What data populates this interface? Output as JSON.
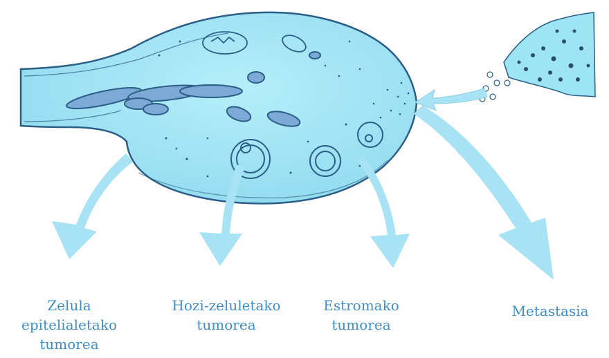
{
  "labels": {
    "epithelial": {
      "line1": "Zelula",
      "line2": "epitelialetako",
      "line3": "tumorea"
    },
    "germ_cell": {
      "line1": "Hozi-zeluletako",
      "line2": "tumorea"
    },
    "stromal": {
      "line1": "Estromako",
      "line2": "tumorea"
    },
    "metastasis": {
      "line1": "Metastasia"
    }
  },
  "colors": {
    "organ_fill": "#9de4f5",
    "organ_outline": "#2a5e86",
    "arrow_fill": "#a8e3f5",
    "follicle_fill": "#7ca9d6",
    "label_text": "#3f8fc4"
  }
}
